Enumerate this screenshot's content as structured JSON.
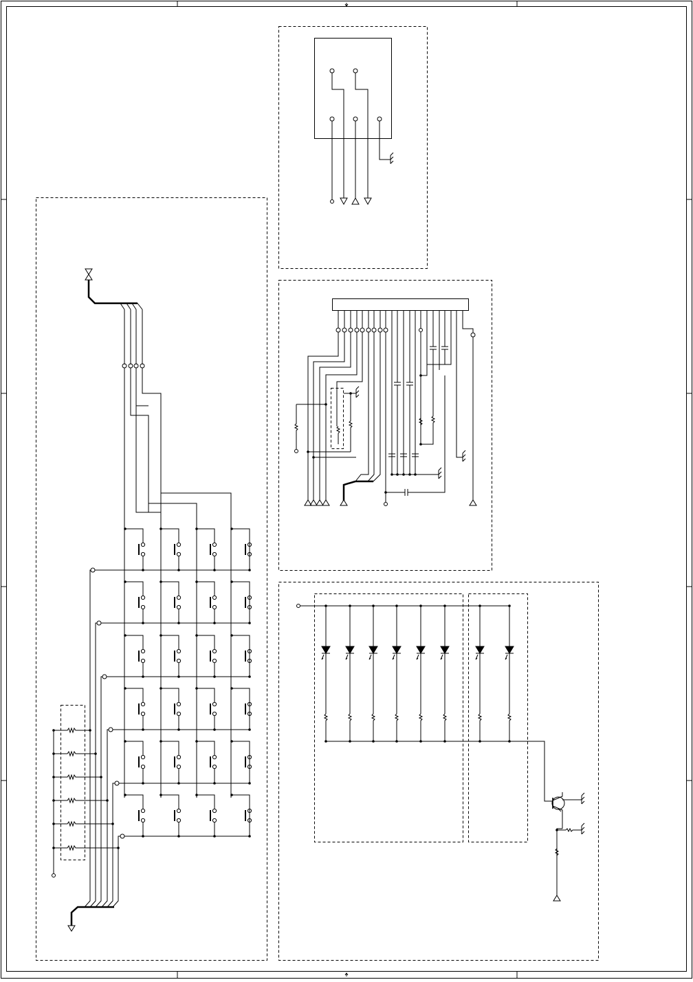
{
  "document": {
    "kind": "schematic",
    "text_labels": []
  },
  "colors": {
    "ink": "#000000",
    "paper": "#ffffff"
  },
  "blocks": [
    {
      "id": "connector-block",
      "description": ""
    },
    {
      "id": "display-connector-block",
      "description": ""
    },
    {
      "id": "keypad-matrix-block",
      "description": ""
    },
    {
      "id": "led-backlight-block",
      "description": ""
    }
  ],
  "keypad": {
    "rows": 6,
    "cols": 4
  },
  "leds": {
    "group_a": 6,
    "group_b": 2
  }
}
